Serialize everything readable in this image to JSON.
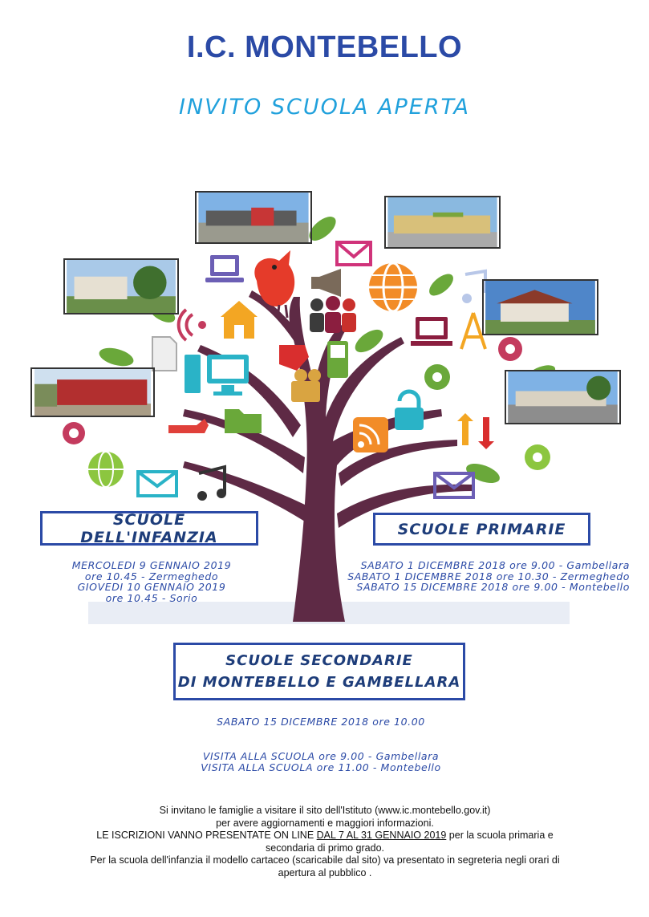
{
  "header": {
    "title": "I.C. MONTEBELLO",
    "subtitle": "INVITO SCUOLA APERTA"
  },
  "infanzia": {
    "label": "SCUOLE DELL'INFANZIA",
    "lines": [
      "MERCOLEDI 9 GENNAIO 2019",
      "ore 10.45 - Zermeghedo",
      "GIOVEDI 10 GENNAIO 2019",
      "ore 10.45 - Sorio"
    ]
  },
  "primarie": {
    "label": "SCUOLE PRIMARIE",
    "lines": [
      "SABATO 1 DICEMBRE 2018 ore 9.00 - Gambellara",
      "SABATO 1 DICEMBRE 2018 ore 10.30 - Zermeghedo",
      "SABATO 15 DICEMBRE 2018 ore 9.00 - Montebello"
    ]
  },
  "secondarie": {
    "label_line1": "SCUOLE SECONDARIE",
    "label_line2": "DI MONTEBELLO E GAMBELLARA",
    "date": "SABATO 15 DICEMBRE 2018 ore 10.00",
    "visits": [
      "VISITA ALLA SCUOLA ore 9.00 - Gambellara",
      "VISITA ALLA SCUOLA ore 11.00 - Montebello"
    ]
  },
  "footer": {
    "line1": "Si invitano le famiglie a visitare il sito dell'Istituto (www.ic.montebello.gov.it)",
    "line2": "per avere aggiornamenti e maggiori informazioni.",
    "line3_pre": "LE ISCRIZIONI VANNO PRESENTATE ON LINE ",
    "line3_underlined": "DAL 7 AL 31 GENNAIO 2019",
    "line3_post": " per la scuola primaria e",
    "line4": "secondaria di primo grado.",
    "line5": "Per la scuola dell'infanzia il modello cartaceo (scaricabile dal sito) va presentato in segreteria negli orari di",
    "line6": "apertura al pubblico ."
  },
  "colors": {
    "title": "#2b4aa6",
    "subtitle": "#21a1dc",
    "box_border": "#2b4aa6",
    "trunk": "#5e2a45"
  },
  "icons": [
    "bird-icon",
    "laptop-icon",
    "mail-icon",
    "globe-icon",
    "megaphone-icon",
    "people-icon",
    "home-icon",
    "document-icon",
    "desktop-computer-icon",
    "phone-icon",
    "projector-icon",
    "folder-icon",
    "wrench-icon",
    "gear-icon",
    "music-note-icon",
    "rss-icon",
    "lock-icon",
    "antenna-icon",
    "arrows-icon",
    "wifi-icon",
    "handshake-icon"
  ]
}
